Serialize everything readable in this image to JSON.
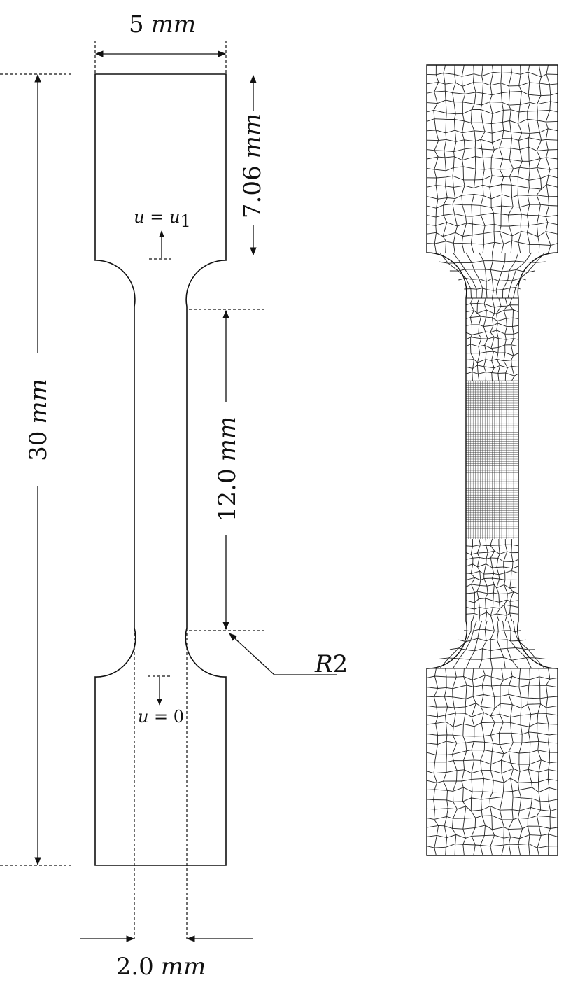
{
  "figure": {
    "dimensions": {
      "width_top": {
        "value": "5",
        "unit": "mm"
      },
      "grip_length": {
        "value": "7.06",
        "unit": "mm"
      },
      "total_length": {
        "value": "30",
        "unit": "mm"
      },
      "gauge_length": {
        "value": "12.0",
        "unit": "mm"
      },
      "gauge_width": {
        "value": "2.0",
        "unit": "mm"
      },
      "radius": {
        "prefix": "R",
        "value": "2"
      }
    },
    "boundary_conditions": {
      "top": {
        "var": "u",
        "eq": " = ",
        "rhs": "u",
        "sub": "1"
      },
      "bottom": {
        "var": "u",
        "eq": " = ",
        "rhs": "0"
      }
    }
  }
}
